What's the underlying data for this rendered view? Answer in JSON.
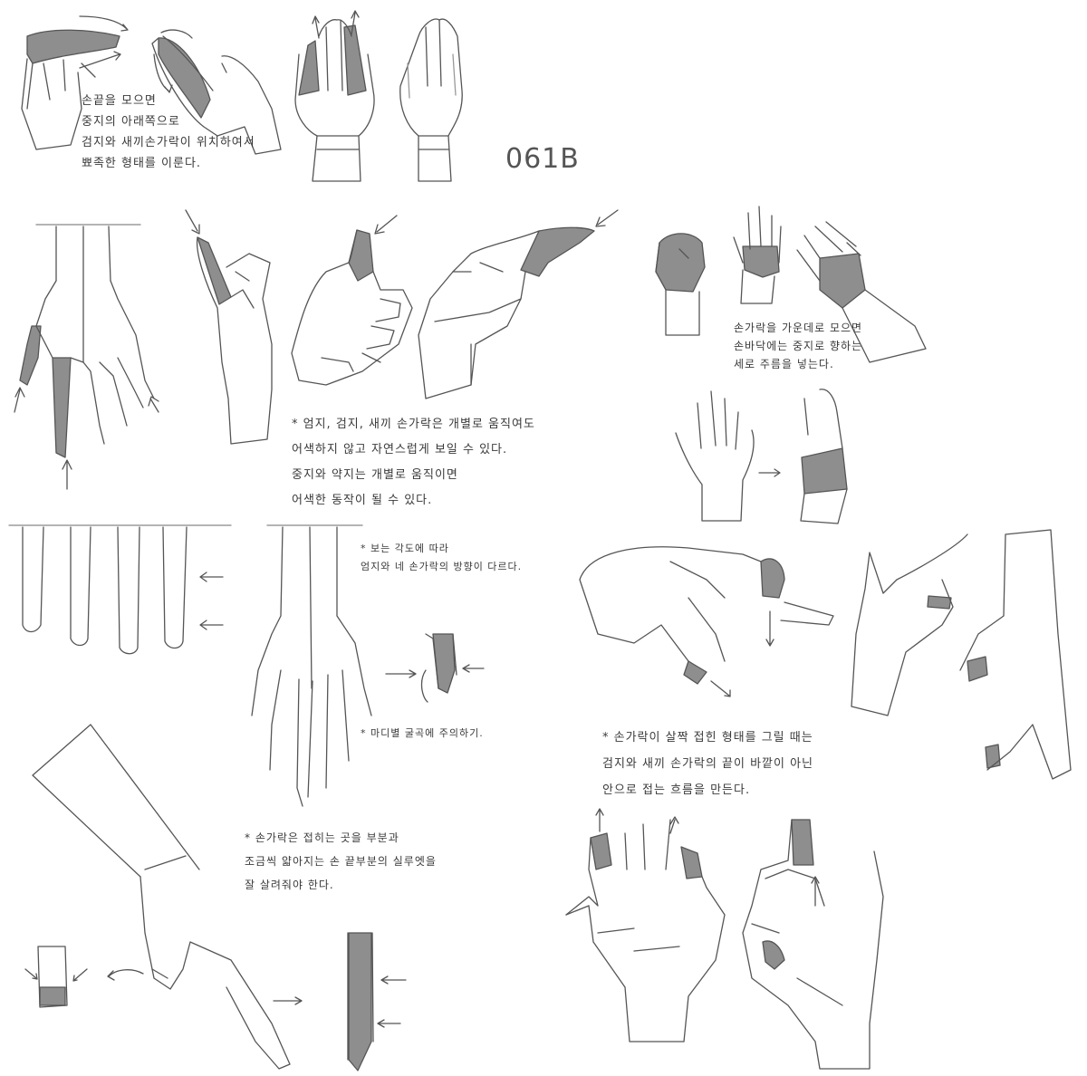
{
  "sheet": {
    "code": "061B",
    "ink_color": "#555555",
    "shade_color": "#8e8e8e",
    "paper_color": "#ffffff"
  },
  "notes": {
    "n1": [
      "손끝을 모으면",
      "중지의 아래쪽으로",
      "검지와 새끼손가락이 위치하여서",
      "뾰족한 형태를 이룬다."
    ],
    "n2": [
      "손가락을 가운데로 모으면",
      "손바닥에는 중지로 향하는",
      "세로 주름을 넣는다."
    ],
    "n3": [
      "* 엄지, 검지, 새끼 손가락은 개별로 움직여도",
      "어색하지 않고 자연스럽게 보일 수 있다.",
      "중지와 약지는 개별로 움직이면",
      "어색한 동작이 될 수 있다."
    ],
    "n4": [
      "* 보는 각도에 따라",
      "엄지와 네 손가락의 방향이 다르다."
    ],
    "n5": [
      "* 마디별 굴곡에 주의하기."
    ],
    "n6": [
      "* 손가락이 살짝 접힌 형태를 그릴 때는",
      "검지와 새끼 손가락의 끝이 바깥이 아닌",
      "안으로 접는 흐름을 만든다."
    ],
    "n7": [
      "* 손가락은 접히는 곳을 부분과",
      "조금씩 얇아지는 손 끝부분의 실루엣을",
      "잘 살려줘야 한다."
    ]
  },
  "icons": [
    "hand-sketch-icon",
    "arrow-icon",
    "shaded-finger-icon"
  ]
}
